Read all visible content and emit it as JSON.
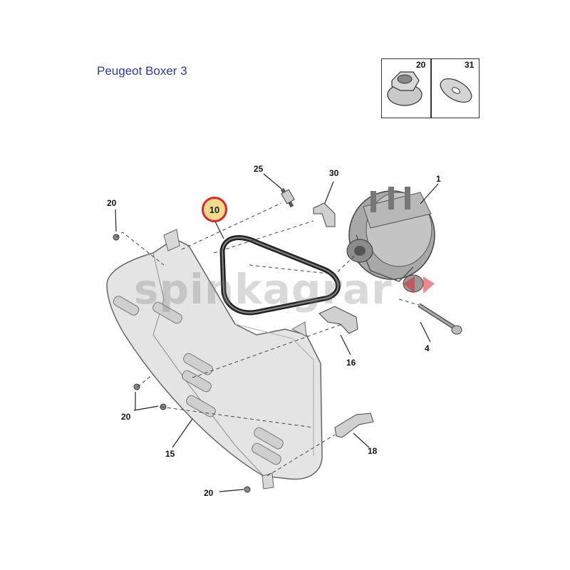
{
  "title": "Peugeot Boxer 3",
  "inset": {
    "left_label": "20",
    "right_label": "31"
  },
  "callouts": {
    "c1": "1",
    "c4": "4",
    "c10": "10",
    "c15": "15",
    "c16": "16",
    "c18": "18",
    "c20a": "20",
    "c20b": "20",
    "c20c": "20",
    "c25": "25",
    "c30": "30"
  },
  "watermark": "spinkagrar",
  "colors": {
    "title": "#2b3aa8",
    "highlight_fill": "#f3d98a",
    "highlight_ring": "#e0262b",
    "watermark_accent": "#e0262b"
  }
}
